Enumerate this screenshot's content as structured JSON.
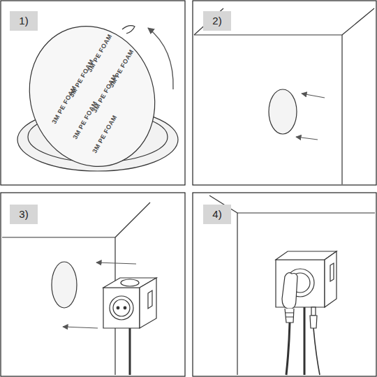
{
  "diagram": {
    "labels": [
      "1)",
      "2)",
      "3)",
      "4)",
      "3M PE FOAM",
      "3M PE FOAM",
      "3M PE FOAM",
      "3M PE FOAM",
      "3M PE FOAM",
      "3M PE FOAM",
      "3M PE FOAM"
    ]
  }
}
